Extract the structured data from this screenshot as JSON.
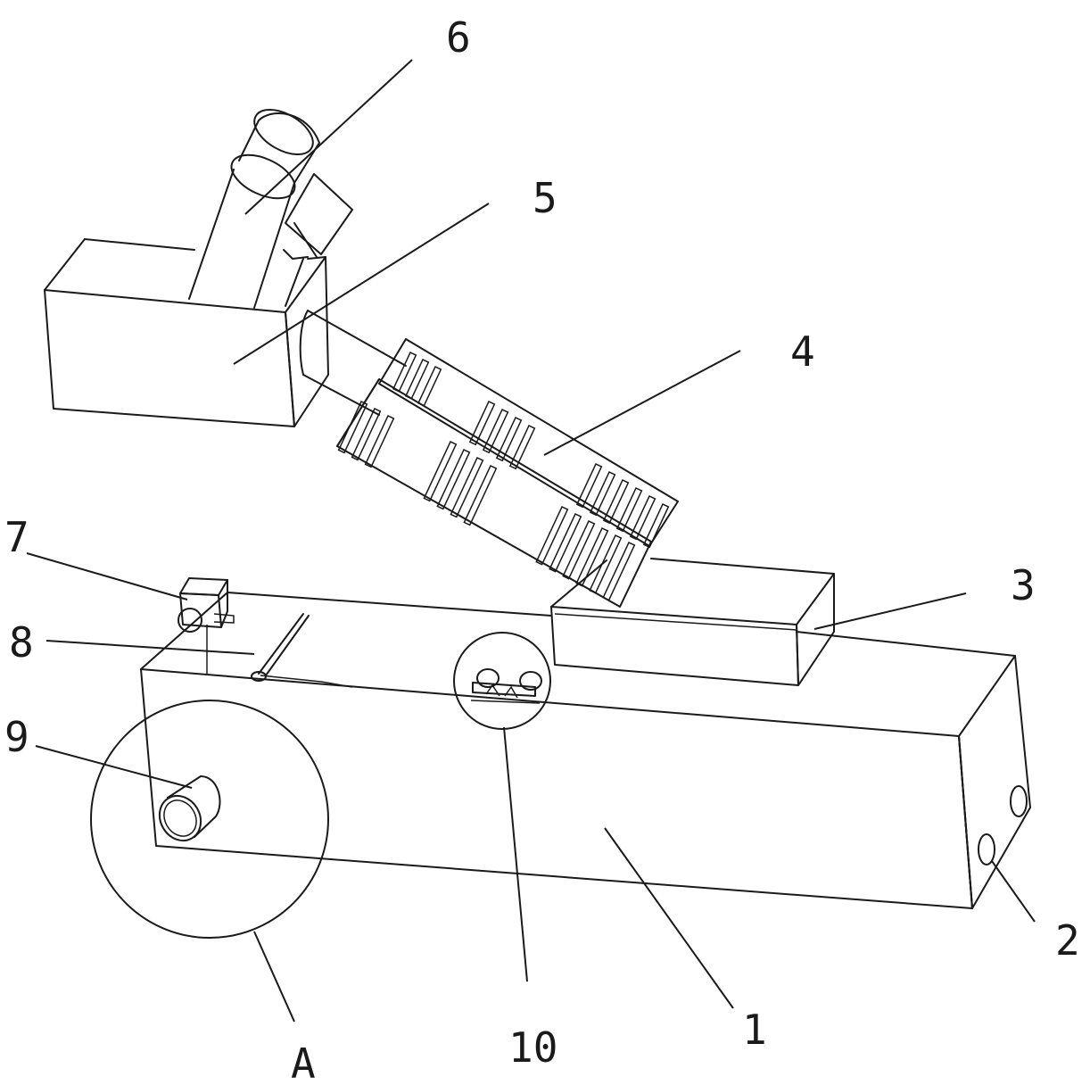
{
  "labels": {
    "l1": "1",
    "l2": "2",
    "l3": "3",
    "l4": "4",
    "l5": "5",
    "l6": "6",
    "l7": "7",
    "l8": "8",
    "l9": "9",
    "l10": "10",
    "lA": "A"
  },
  "colors": {
    "ink": "#1a1a1a",
    "background": "#ffffff"
  }
}
